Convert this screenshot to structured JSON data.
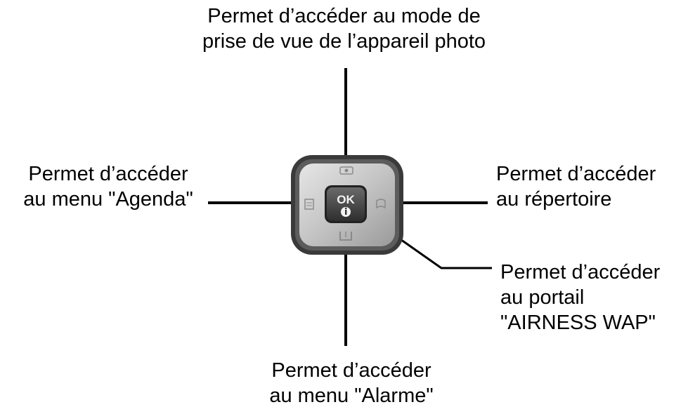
{
  "labels": {
    "top": {
      "line1": "Permet d’accéder au mode de",
      "line2": "prise de vue de l’appareil photo"
    },
    "left": {
      "line1": "Permet d’accéder",
      "line2": "au menu \"Agenda\""
    },
    "right": {
      "line1": "Permet d’accéder",
      "line2": "au répertoire"
    },
    "ok": {
      "line1": "Permet d’accéder",
      "line2": "au portail",
      "line3": "\"AIRNESS WAP\""
    },
    "bottom": {
      "line1": "Permet d’accéder",
      "line2": "au menu \"Alarme\""
    }
  },
  "keypad": {
    "ok_label": "OK",
    "ok_icon": "info-icon",
    "up_icon": "camera-icon",
    "left_icon": "agenda-icon",
    "right_icon": "phonebook-icon",
    "down_icon": "alarm-icon"
  },
  "colors": {
    "frame": "#3a3a3a",
    "pad": "#c8c8c8",
    "ok_button": "#4a4a4a",
    "lines": "#000000"
  }
}
